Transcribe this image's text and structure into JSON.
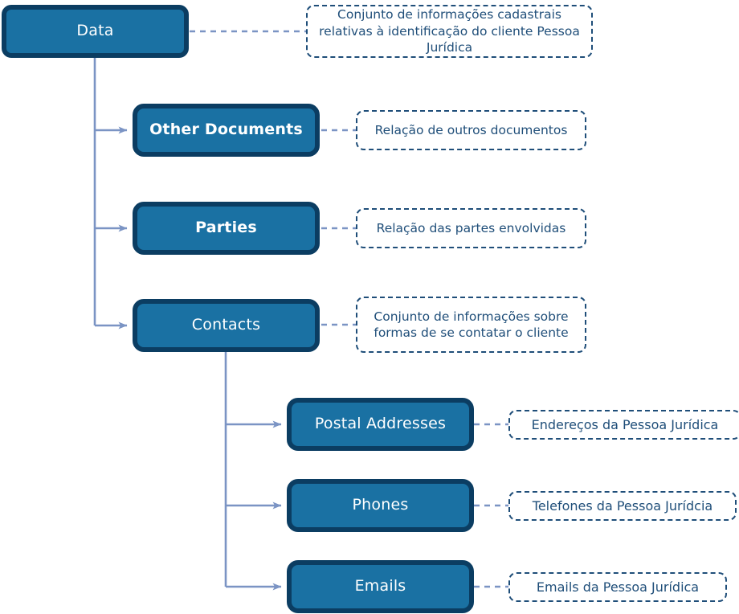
{
  "diagram": {
    "type": "tree",
    "title": "Data structure tree",
    "colors": {
      "node_fill": "#1a71a3",
      "node_border": "#0b3d62",
      "node_text": "#ffffff",
      "connector": "#7b94c4",
      "note_border": "#1f4e79",
      "note_text": "#1f4e79",
      "background": "#ffffff"
    },
    "nodes": [
      {
        "id": "data",
        "label": "Data",
        "level": 0
      },
      {
        "id": "other-documents",
        "label": "Other Documents",
        "level": 1
      },
      {
        "id": "parties",
        "label": "Parties",
        "level": 1
      },
      {
        "id": "contacts",
        "label": "Contacts",
        "level": 1
      },
      {
        "id": "postal-addresses",
        "label": "Postal Addresses",
        "level": 2
      },
      {
        "id": "phones",
        "label": "Phones",
        "level": 2
      },
      {
        "id": "emails",
        "label": "Emails",
        "level": 2
      }
    ],
    "notes": [
      {
        "id": "note-data",
        "for": "data",
        "text": "Conjunto de informações cadastrais relativas à identificação do cliente Pessoa Jurídica"
      },
      {
        "id": "note-other-documents",
        "for": "other-documents",
        "text": "Relação de outros documentos"
      },
      {
        "id": "note-parties",
        "for": "parties",
        "text": "Relação das partes envolvidas"
      },
      {
        "id": "note-contacts",
        "for": "contacts",
        "text": "Conjunto de informações sobre formas de se contatar o cliente"
      },
      {
        "id": "note-postal-addresses",
        "for": "postal-addresses",
        "text": "Endereços da Pessoa Jurídica"
      },
      {
        "id": "note-phones",
        "for": "phones",
        "text": "Telefones da Pessoa Jurídcia"
      },
      {
        "id": "note-emails",
        "for": "emails",
        "text": "Emails da Pessoa Jurídica"
      }
    ],
    "edges": [
      {
        "from": "data",
        "to": "other-documents"
      },
      {
        "from": "data",
        "to": "parties"
      },
      {
        "from": "data",
        "to": "contacts"
      },
      {
        "from": "contacts",
        "to": "postal-addresses"
      },
      {
        "from": "contacts",
        "to": "phones"
      },
      {
        "from": "contacts",
        "to": "emails"
      }
    ]
  }
}
